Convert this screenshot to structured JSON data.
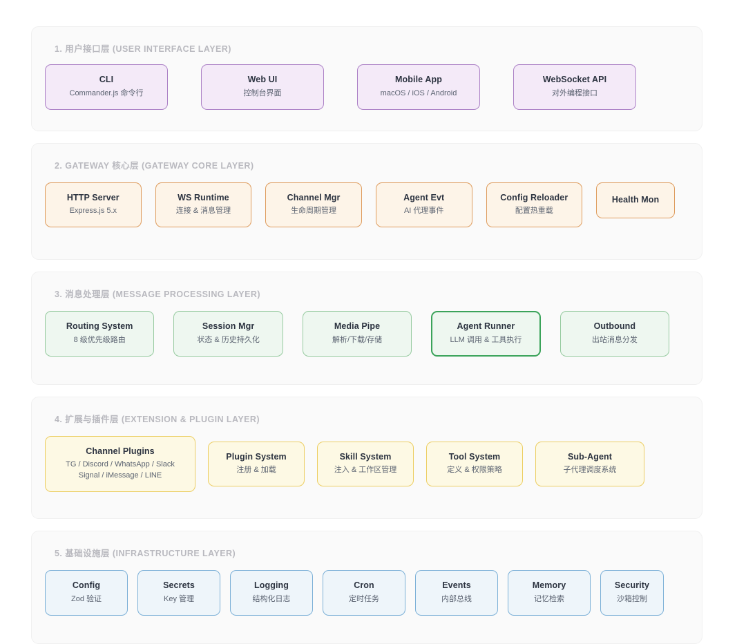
{
  "layers": [
    {
      "id": "user-interface-layer",
      "accent": "#ac81c6",
      "title": "1. 用户接口层 (USER INTERFACE LAYER)",
      "cards": [
        {
          "title": "CLI",
          "sub": "Commander.js 命令行"
        },
        {
          "title": "Web UI",
          "sub": "控制台界面"
        },
        {
          "title": "Mobile App",
          "sub": "macOS / iOS / Android"
        },
        {
          "title": "WebSocket API",
          "sub": "对外编程接口"
        }
      ]
    },
    {
      "id": "gateway-core-layer",
      "accent": "#de9c5e",
      "title": "2. GATEWAY 核心层 (GATEWAY CORE LAYER)",
      "cards": [
        {
          "title": "HTTP Server",
          "sub": "Express.js 5.x"
        },
        {
          "title": "WS Runtime",
          "sub": "连接 & 消息管理"
        },
        {
          "title": "Channel Mgr",
          "sub": "生命周期管理"
        },
        {
          "title": "Agent Evt",
          "sub": "AI 代理事件"
        },
        {
          "title": "Config Reloader",
          "sub": "配置热重载"
        },
        {
          "title": "Health Mon",
          "sub": ""
        }
      ]
    },
    {
      "id": "message-processing-layer",
      "accent": "#96ca9f",
      "highlight_color": "#3ba35a",
      "title": "3. 消息处理层 (MESSAGE PROCESSING LAYER)",
      "cards": [
        {
          "title": "Routing System",
          "sub": "8 级优先级路由"
        },
        {
          "title": "Session Mgr",
          "sub": "状态 & 历史持久化"
        },
        {
          "title": "Media Pipe",
          "sub": "解析/下载/存储"
        },
        {
          "title": "Agent Runner",
          "sub": "LLM 调用 & 工具执行",
          "highlight": true
        },
        {
          "title": "Outbound",
          "sub": "出站消息分发"
        }
      ]
    },
    {
      "id": "extension-plugin-layer",
      "accent": "#ecce63",
      "title": "4. 扩展与插件层 (EXTENSION & PLUGIN LAYER)",
      "cards": [
        {
          "title": "Channel Plugins",
          "sub": "TG / Discord / WhatsApp / Slack",
          "sub2": "Signal / iMessage / LINE"
        },
        {
          "title": "Plugin System",
          "sub": "注册 & 加载"
        },
        {
          "title": "Skill System",
          "sub": "注入 & 工作区管理"
        },
        {
          "title": "Tool System",
          "sub": "定义 & 权限策略"
        },
        {
          "title": "Sub-Agent",
          "sub": "子代理调度系统"
        }
      ]
    },
    {
      "id": "infrastructure-layer",
      "accent": "#7cb0d7",
      "title": "5. 基础设施层 (INFRASTRUCTURE LAYER)",
      "cards": [
        {
          "title": "Config",
          "sub": "Zod 验证"
        },
        {
          "title": "Secrets",
          "sub": "Key 管理"
        },
        {
          "title": "Logging",
          "sub": "结构化日志"
        },
        {
          "title": "Cron",
          "sub": "定时任务"
        },
        {
          "title": "Events",
          "sub": "内部总线"
        },
        {
          "title": "Memory",
          "sub": "记忆检索"
        },
        {
          "title": "Security",
          "sub": "沙箱控制"
        }
      ]
    }
  ]
}
